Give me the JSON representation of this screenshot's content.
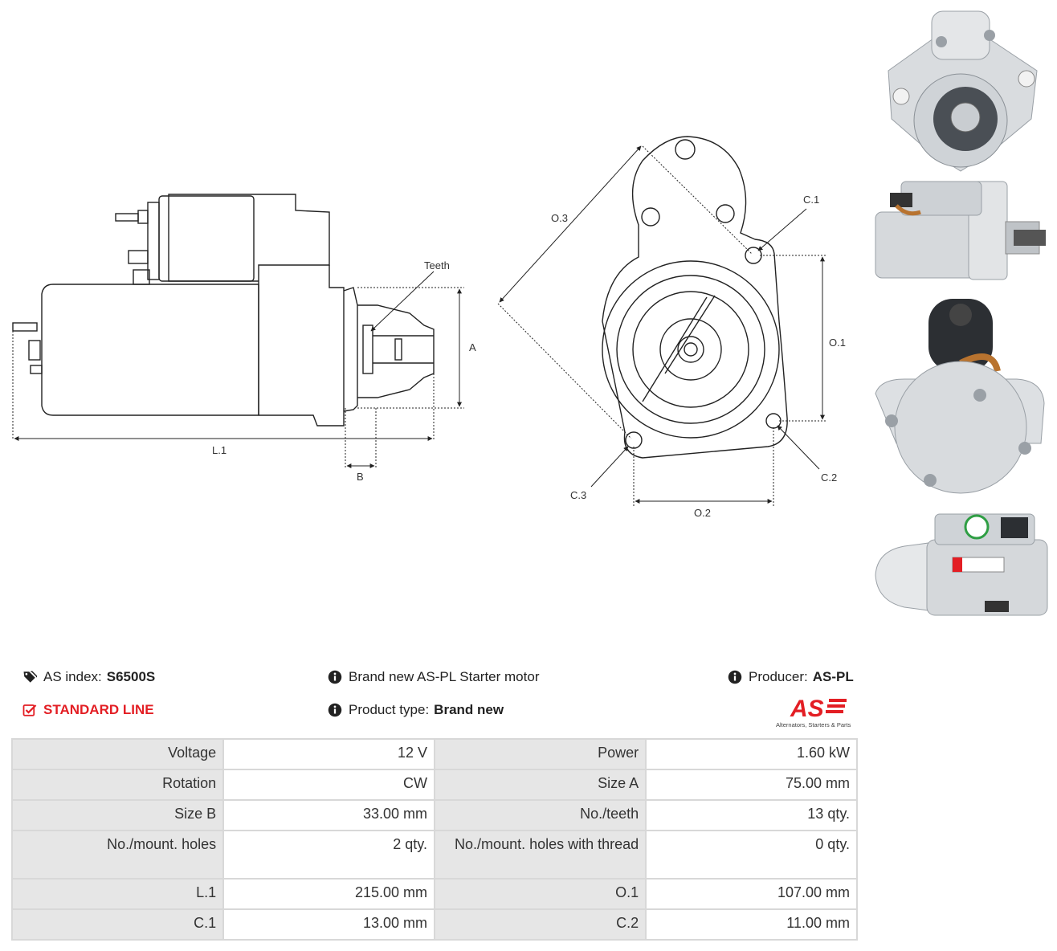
{
  "drawing": {
    "labels": {
      "teeth": "Teeth",
      "a": "A",
      "b": "B",
      "l1": "L.1",
      "o1": "O.1",
      "o2": "O.2",
      "o3": "O.3",
      "c1": "C.1",
      "c2": "C.2",
      "c3": "C.3"
    }
  },
  "photos": [
    "starter-front-view",
    "starter-side-view",
    "starter-rear-view",
    "starter-top-view"
  ],
  "info": {
    "as_index_label": "AS index:",
    "as_index_value": "S6500S",
    "line": "STANDARD LINE",
    "description": "Brand new AS-PL Starter motor",
    "product_type_label": "Product type:",
    "product_type_value": "Brand new",
    "producer_label": "Producer:",
    "producer_value": "AS-PL",
    "logo_text": "AS",
    "logo_sub": "Alternators, Starters & Parts"
  },
  "colors": {
    "accent_red": "#e31e24",
    "label_bg": "#e6e6e6",
    "border": "#d8d8d8"
  },
  "specs": [
    [
      "Voltage",
      "12 V",
      "Power",
      "1.60 kW"
    ],
    [
      "Rotation",
      "CW",
      "Size A",
      "75.00 mm"
    ],
    [
      "Size B",
      "33.00 mm",
      "No./teeth",
      "13 qty."
    ],
    [
      "No./mount. holes",
      "2 qty.",
      "No./mount. holes with thread",
      "0 qty."
    ],
    [
      "L.1",
      "215.00 mm",
      "O.1",
      "107.00 mm"
    ],
    [
      "C.1",
      "13.00 mm",
      "C.2",
      "11.00 mm"
    ]
  ]
}
